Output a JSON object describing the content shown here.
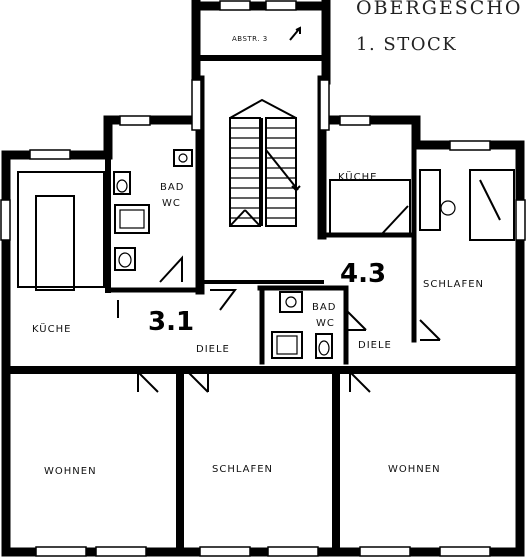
{
  "header": {
    "floor": "OBERGESCHO",
    "level": "1. STOCK"
  },
  "labels": {
    "abstellraum": "ABSTR. 3",
    "bad_wc_1_line1": "BAD",
    "bad_wc_1_line2": "WC",
    "kueche_1": "KÜCHE",
    "kueche_3": "KÜCHE",
    "schlafen_3": "SCHLAFEN",
    "diele_1": "DIELE",
    "diele_3": "DIELE",
    "bad_wc_3_line1": "BAD",
    "bad_wc_3_line2": "WC",
    "wohnen_1": "WOHNEN",
    "schlafen_1": "SCHLAFEN",
    "wohnen_3": "WOHNEN",
    "unit_1": "3.1",
    "unit_3": "4.3"
  }
}
